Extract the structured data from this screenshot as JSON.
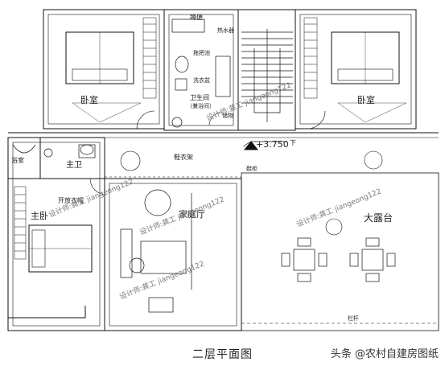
{
  "labels": {
    "bedroom_left": "卧室",
    "bedroom_right": "卧室",
    "toilet": "蹲便",
    "mop_pool": "拖把池",
    "washbasin_left": "洗衣盆",
    "public_bath": "卫生间",
    "public_bath_sub": "（兼浴间）",
    "water_heater": "热水器",
    "storage": "储物",
    "bath_room": "浴室",
    "master_bath": "主卫",
    "master_bedroom": "主卧",
    "open_wardrobe": "开放衣帽",
    "family_room": "家庭厅",
    "terrace": "大露台",
    "shoe_rack": "鞋柜",
    "pavilion": "鞋衣架",
    "elevation": "+3.750",
    "elevation_dir": "下",
    "railing": "栏杆"
  },
  "watermarks": {
    "designer": "设计师:龚工 jiangeong122"
  },
  "caption": "二层平面图",
  "attribution": "头条 @农村自建房图纸"
}
